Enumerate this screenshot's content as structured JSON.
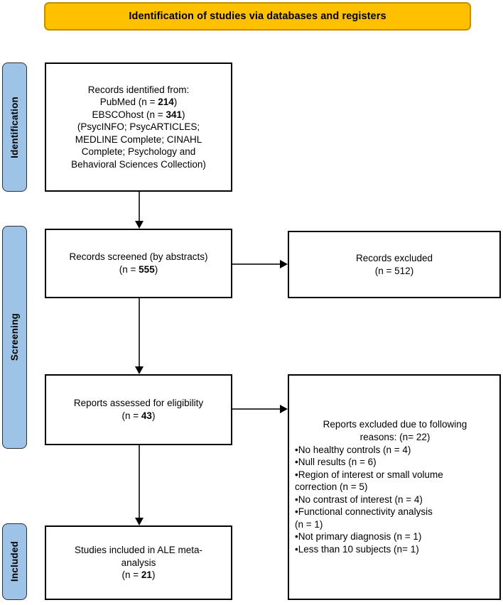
{
  "banner": {
    "title": "Identification of studies via databases and registers",
    "bg_color": "#FFC000",
    "border_color": "#BF8F00"
  },
  "stages": {
    "bar_color": "#9DC3E6",
    "identification": "Identification",
    "screening": "Screening",
    "included": "Included"
  },
  "boxes": {
    "identified": {
      "line1": "Records identified from:",
      "line2_pre": "PubMed (n = ",
      "line2_num": "214",
      "line2_post": ")",
      "line3_pre": "EBSCOhost (n = ",
      "line3_num": "341",
      "line3_post": ")",
      "line4": "(PsycINFO; PsycARTICLES;",
      "line5": "MEDLINE Complete; CINAHL",
      "line6": "Complete; Psychology and",
      "line7": "Behavioral Sciences Collection)"
    },
    "screened": {
      "line1": "Records screened (by abstracts)",
      "line2_pre": "(n = ",
      "line2_num": "555",
      "line2_post": ")"
    },
    "excluded_records": {
      "line1": "Records excluded",
      "line2": "(n = 512)"
    },
    "eligible": {
      "line1": "Reports assessed for eligibility",
      "line2_pre": "(n = ",
      "line2_num": "43",
      "line2_post": ")"
    },
    "excluded_reports": {
      "heading_line1": "Reports excluded due to following",
      "heading_line2": "reasons: (n= 22)",
      "reasons": [
        "•No healthy controls (n = 4)",
        "•Null results (n = 6)",
        "•Region of interest or small volume",
        "correction (n = 5)",
        "•No contrast of interest (n = 4)",
        "•Functional connectivity analysis",
        " (n = 1)",
        "•Not primary diagnosis (n = 1)",
        "•Less than 10 subjects (n= 1)"
      ]
    },
    "included": {
      "line1": "Studies included in ALE meta-",
      "line2": "analysis",
      "line3_pre": "(n = ",
      "line3_num": "21",
      "line3_post": ")"
    }
  }
}
